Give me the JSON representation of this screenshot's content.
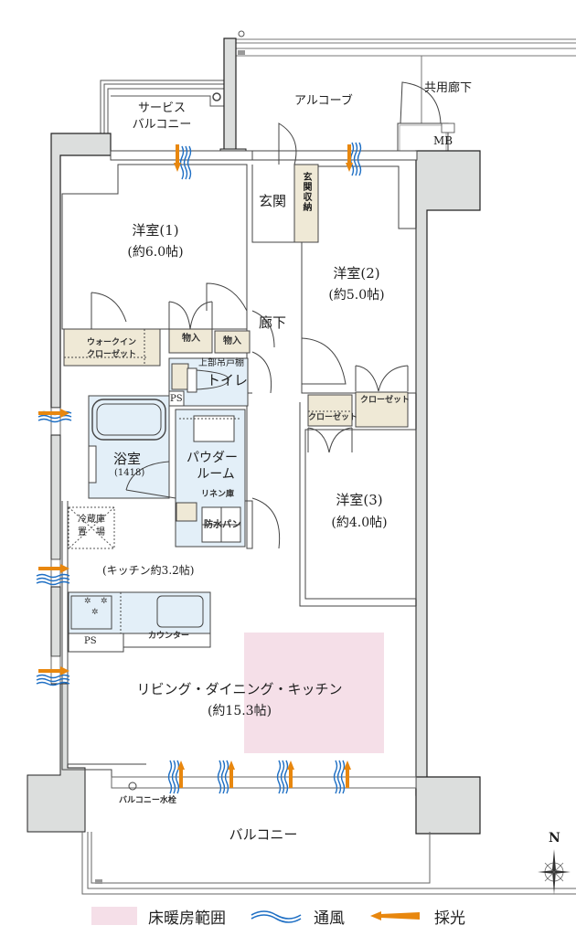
{
  "plan": {
    "rooms": {
      "service_balcony": {
        "line1": "サービス",
        "line2": "バルコニー"
      },
      "alcove": "アルコーブ",
      "common_corridor": "共用廊下",
      "mb": "MB",
      "entrance": "玄関",
      "entrance_storage": "玄関収納",
      "western1": {
        "name": "洋室(1)",
        "size": "(約6.0帖)"
      },
      "western2": {
        "name": "洋室(2)",
        "size": "(約5.0帖)"
      },
      "western3": {
        "name": "洋室(3)",
        "size": "(約4.0帖)"
      },
      "hallway": "廊下",
      "storage1": "物入",
      "storage2": "物入",
      "walk_in_closet": {
        "line1": "ウォークイン",
        "line2": "クローゼット"
      },
      "toilet": "トイレ",
      "upper_cabinet": "上部吊戸棚",
      "ps_toilet": "PS",
      "bathroom": {
        "name": "浴室",
        "size": "(1418)"
      },
      "powder_room": {
        "line1": "パウダー",
        "line2": "ルーム"
      },
      "linen": "リネン庫",
      "waterproof_pan": "防水パン",
      "closet_a": "クローゼット",
      "closet_b": "クローゼット",
      "fridge": {
        "line1": "冷蔵庫",
        "line2": "置　場"
      },
      "kitchen": "(キッチン約3.2帖)",
      "ps_kitchen": "PS",
      "counter": "カウンター",
      "ldk": {
        "name": "リビング・ダイニング・キッチン",
        "size": "(約15.3帖)"
      },
      "balcony_faucet": "バルコニー水栓",
      "balcony": "バルコニー"
    },
    "colors": {
      "wall_fill": "#dcdedd",
      "storage_fill": "#efe9d6",
      "wet_fill": "#e3eff8",
      "floor_heating": "#f5dfe8",
      "wind": "#1e6fc4",
      "light": "#e8870e",
      "line": "#333333"
    }
  },
  "compass": {
    "label": "N"
  },
  "legend": [
    {
      "label": "床暖房範囲",
      "type": "floor-heating"
    },
    {
      "label": "通風",
      "type": "ventilation"
    },
    {
      "label": "採光",
      "type": "daylight"
    }
  ]
}
